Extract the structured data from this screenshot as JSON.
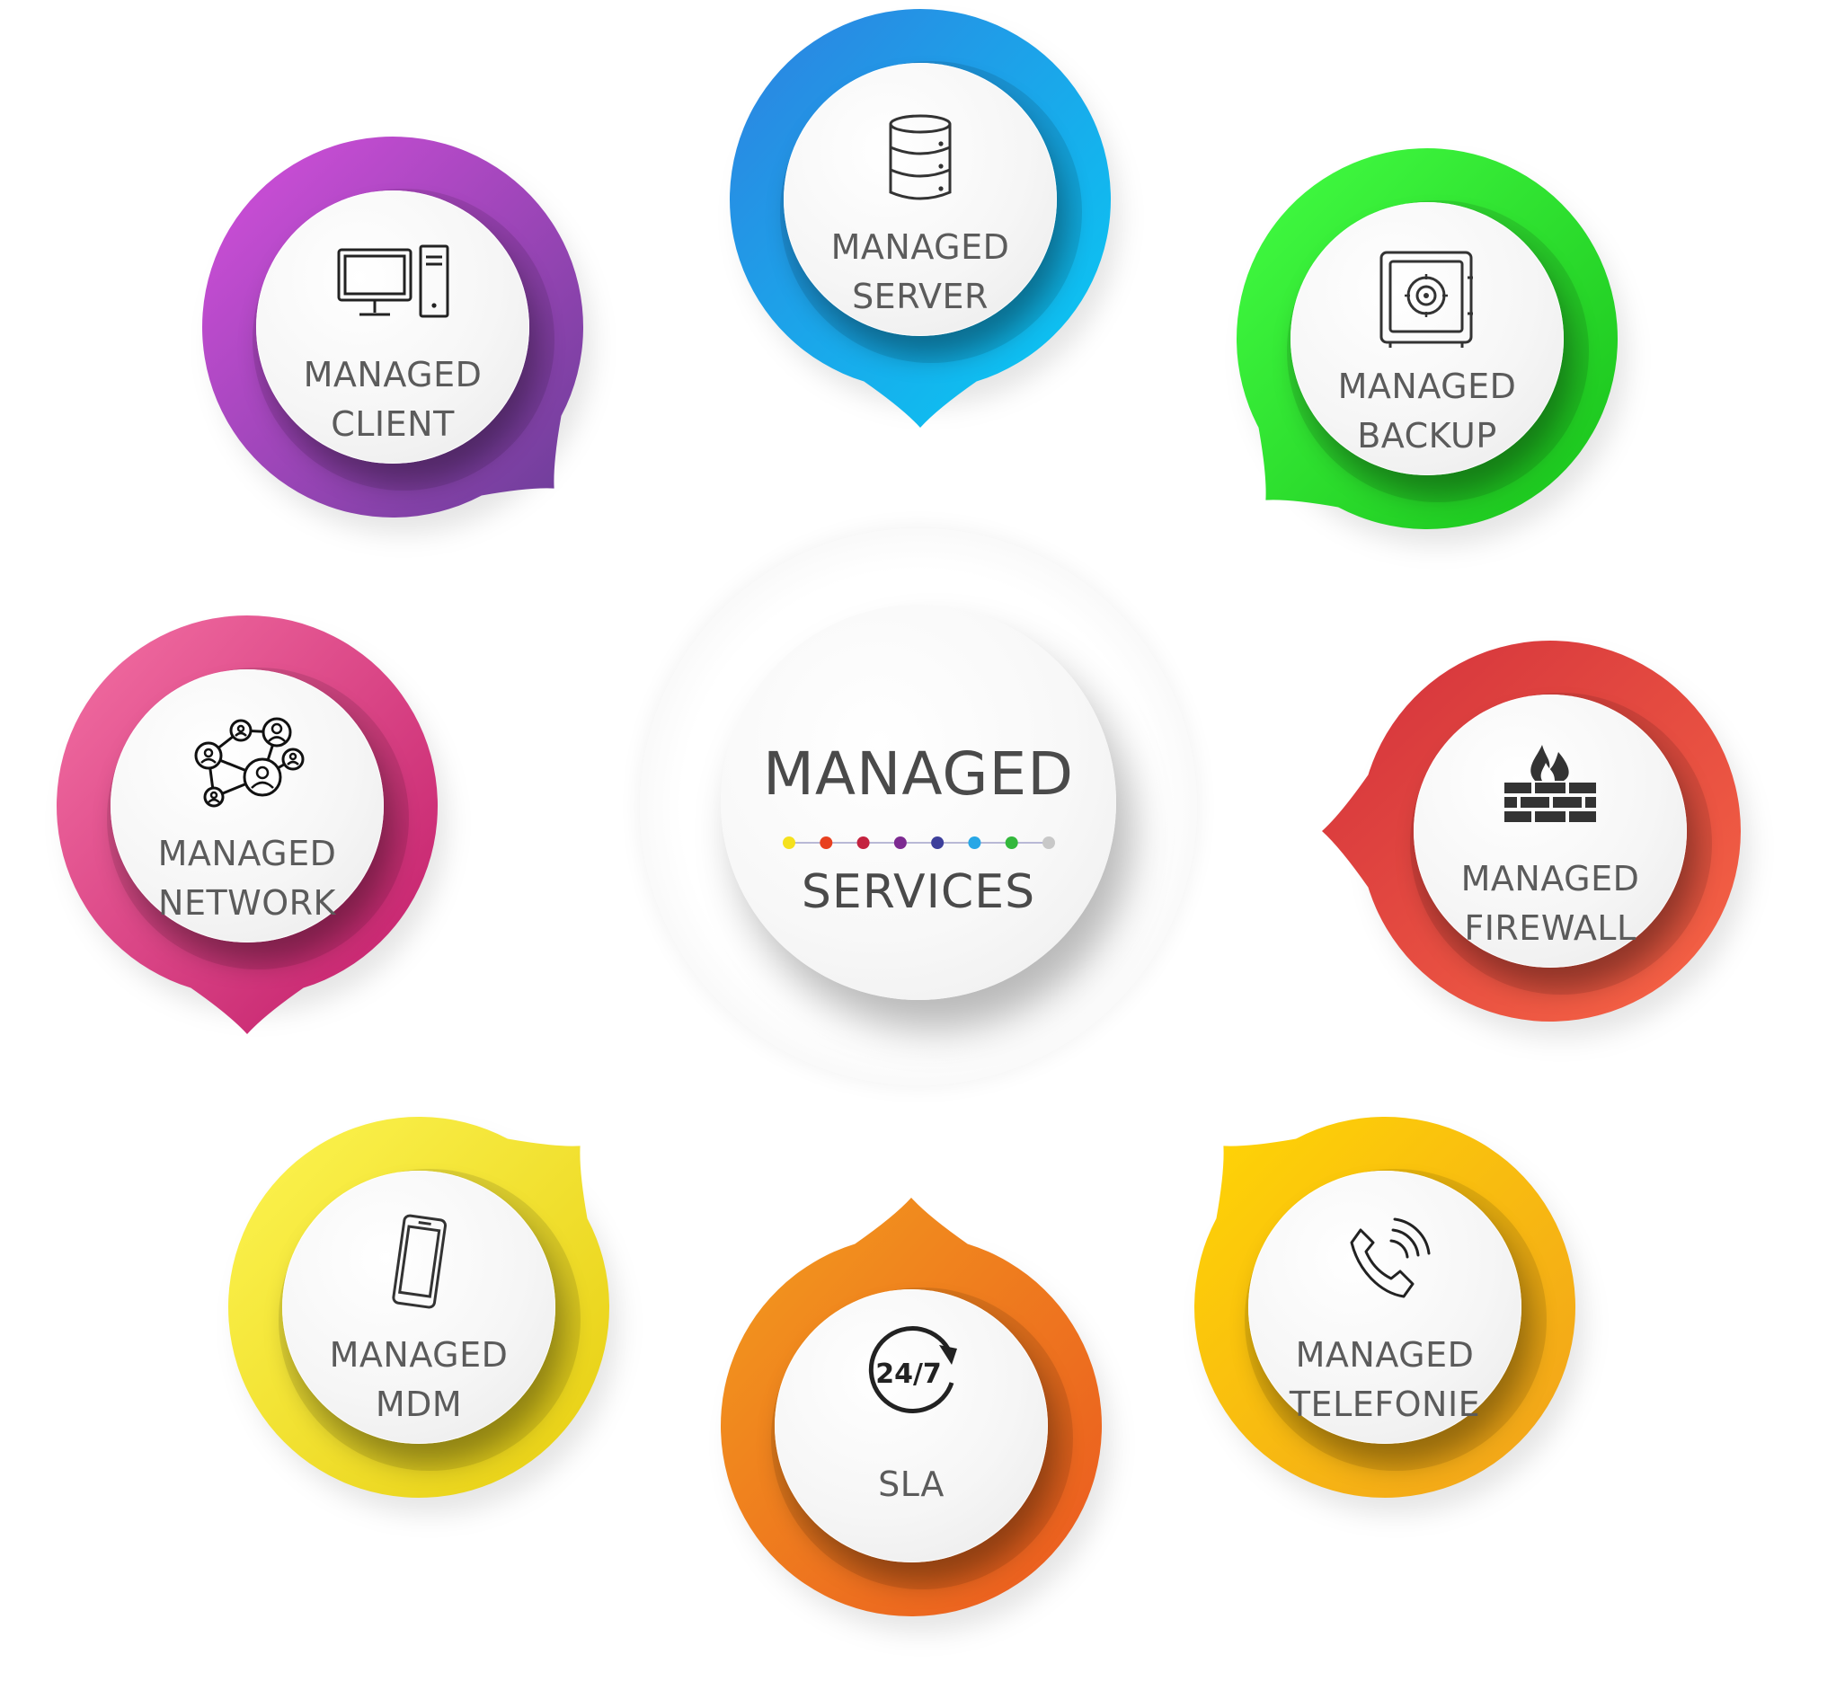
{
  "center": {
    "title": "MANAGED",
    "subtitle": "SERVICES",
    "dot_colors": [
      "#f5e11e",
      "#e8401f",
      "#c4223f",
      "#7d2a91",
      "#3d3f9b",
      "#27a7e6",
      "#33b83c",
      "#c8c8c8"
    ]
  },
  "nodes": [
    {
      "id": "server",
      "icon": "server-database-icon",
      "line1": "MANAGED",
      "line2": "SERVER",
      "color_a": "#2e80e0",
      "color_b": "#07cdf4",
      "tail": "bottom"
    },
    {
      "id": "client",
      "icon": "desktop-computer-icon",
      "line1": "MANAGED",
      "line2": "CLIENT",
      "color_a": "#d54fdd",
      "color_b": "#6a3d97",
      "tail": "bottom-right"
    },
    {
      "id": "backup",
      "icon": "safe-vault-icon",
      "line1": "MANAGED",
      "line2": "BACKUP",
      "color_a": "#44ff44",
      "color_b": "#18c01a",
      "tail": "bottom-left"
    },
    {
      "id": "network",
      "icon": "network-people-icon",
      "line1": "MANAGED",
      "line2": "NETWORK",
      "color_a": "#f471a4",
      "color_b": "#c01a68",
      "tail": "right"
    },
    {
      "id": "firewall",
      "icon": "firewall-flame-icon",
      "line1": "MANAGED",
      "line2": "FIREWALL",
      "color_a": "#d2303c",
      "color_b": "#f76645",
      "tail": "left"
    },
    {
      "id": "mdm",
      "icon": "smartphone-icon",
      "line1": "MANAGED",
      "line2": "MDM",
      "color_a": "#fdf552",
      "color_b": "#e6cd10",
      "tail": "top-right"
    },
    {
      "id": "sla",
      "icon": "clock-24-7-icon",
      "line1": "",
      "line2": "SLA",
      "color_a": "#f39d1d",
      "color_b": "#ea5720",
      "tail": "top"
    },
    {
      "id": "tele",
      "icon": "telephone-ringing-icon",
      "line1": "MANAGED",
      "line2": "TELEFONIE",
      "color_a": "#ffd605",
      "color_b": "#f1a01c",
      "tail": "top-left"
    }
  ],
  "icon_text": {
    "sla_badge": "24/7"
  }
}
